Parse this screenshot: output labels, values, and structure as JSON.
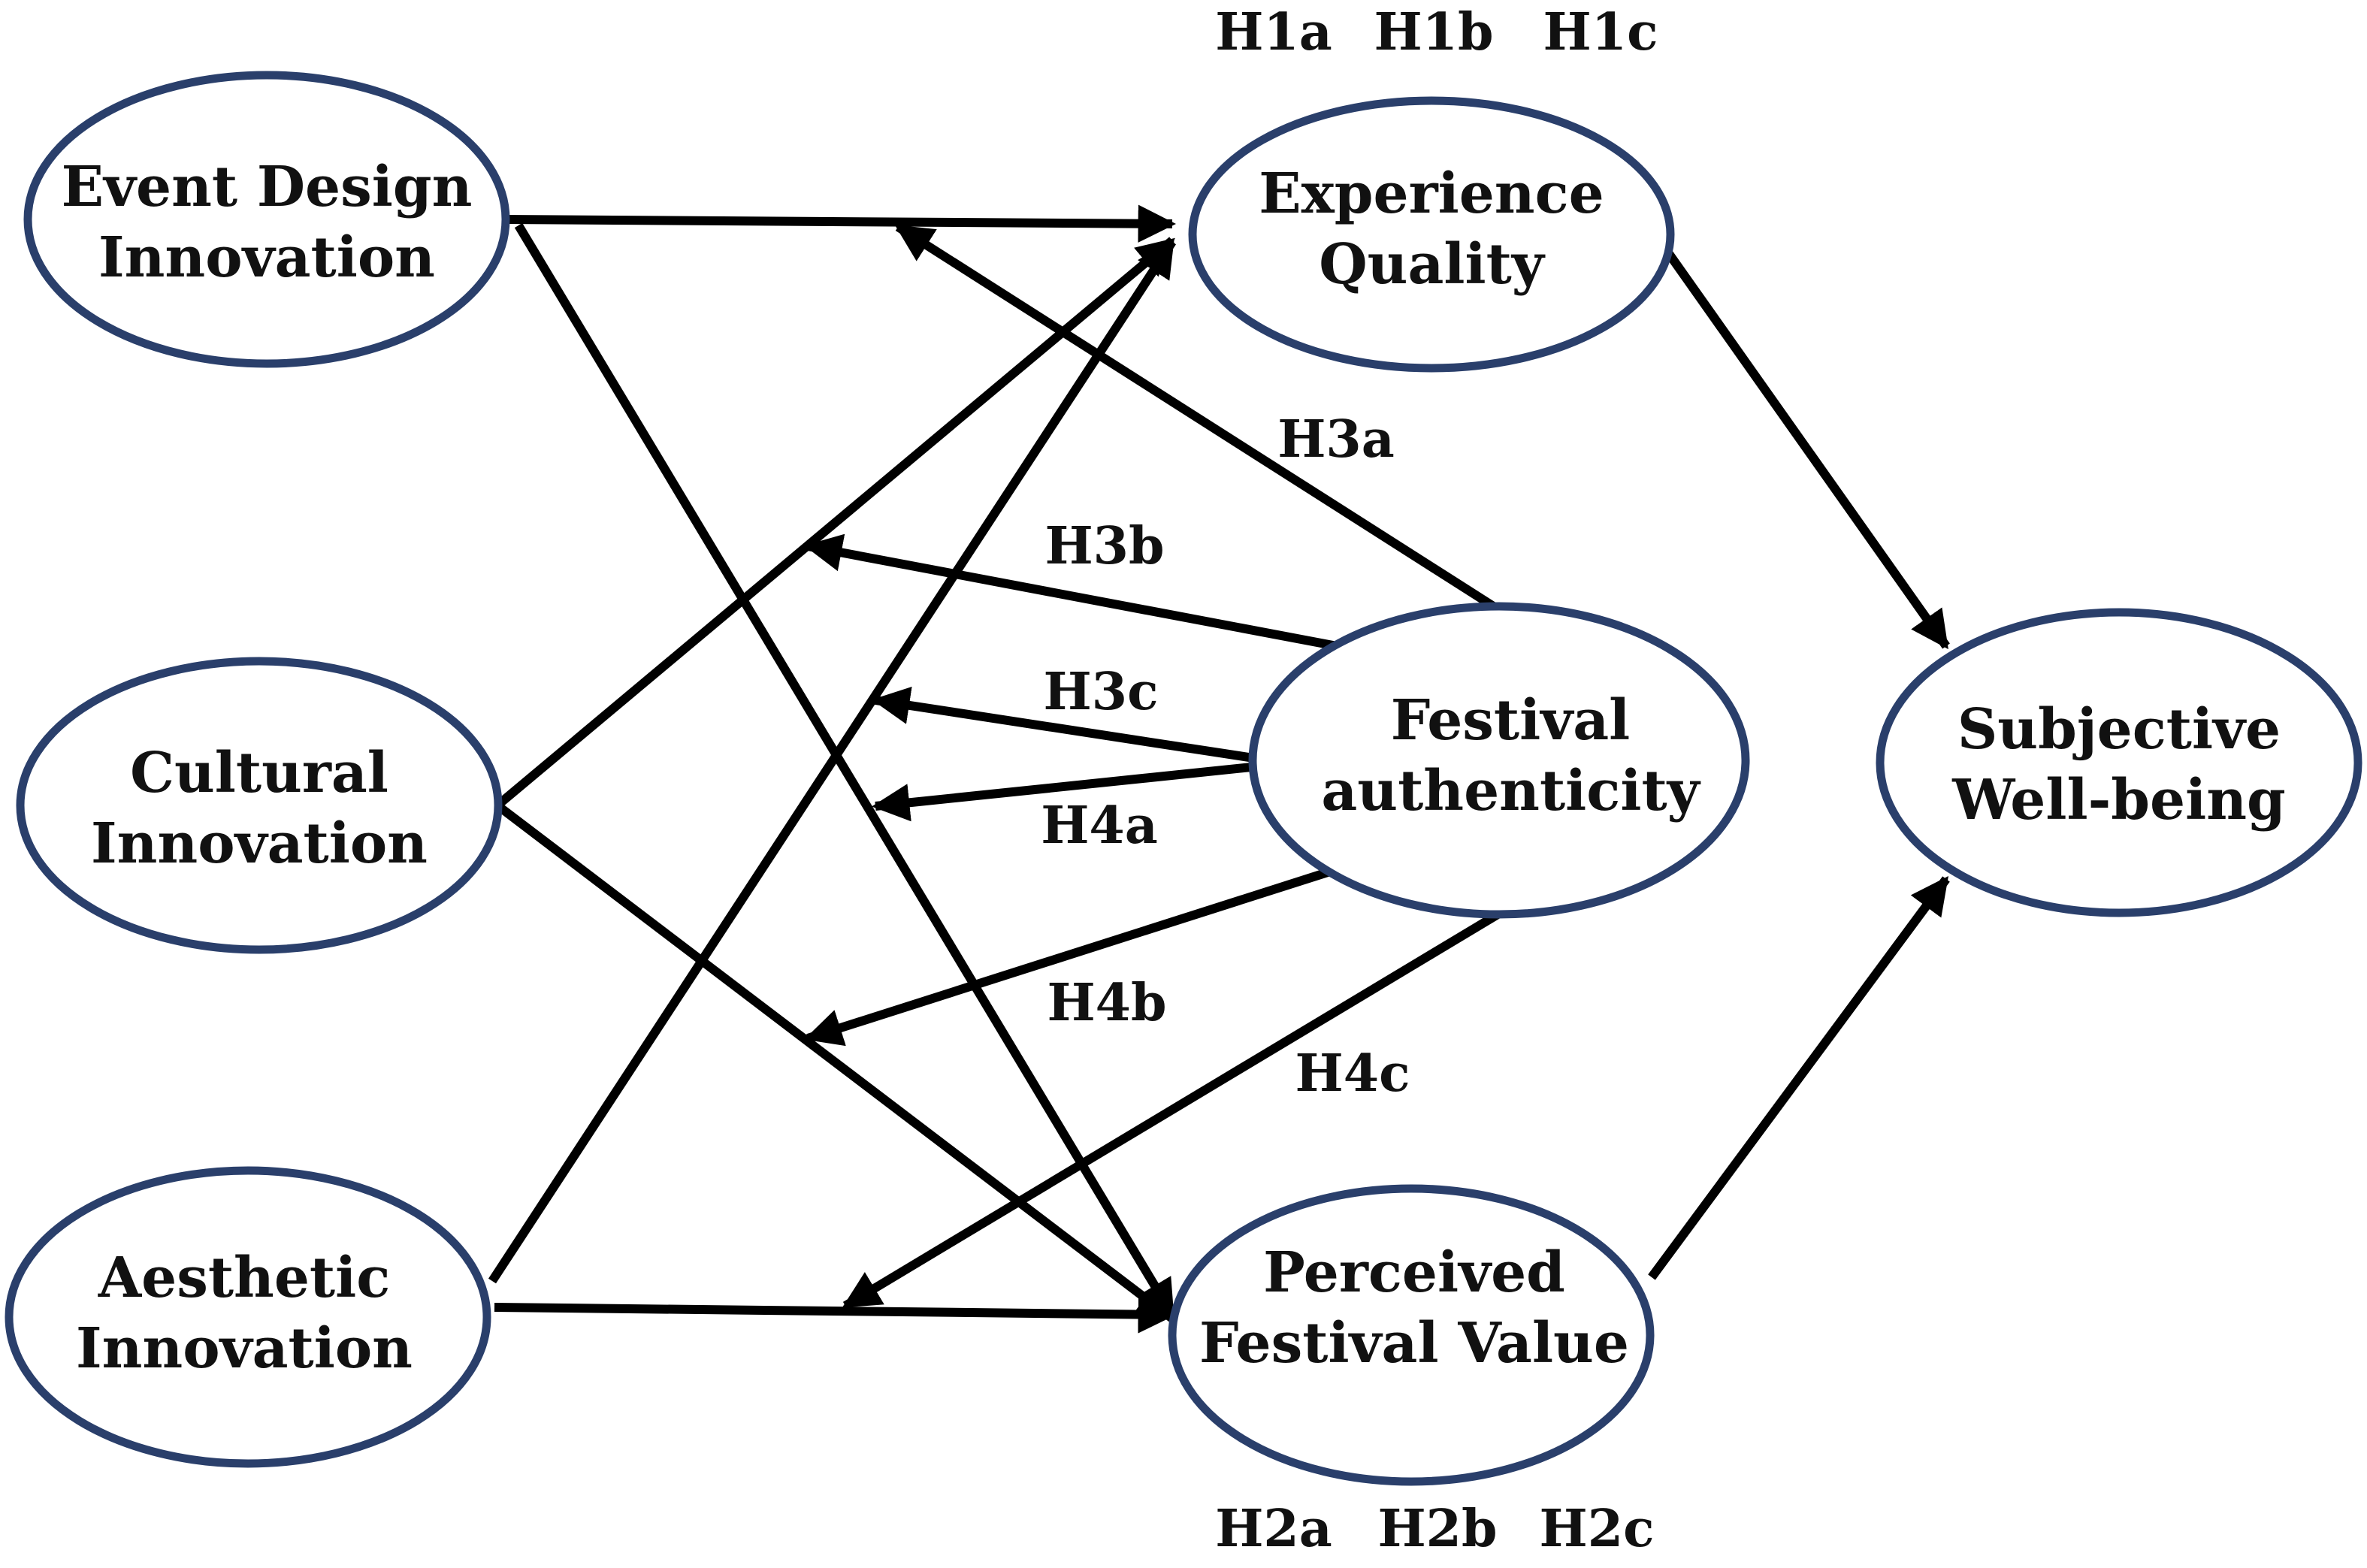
{
  "colors": {
    "node_border": "#2a3f6b",
    "edge": "#000000",
    "text": "#111111",
    "background": "#ffffff"
  },
  "nodes": {
    "event_design_innovation": {
      "line1": "Event Design",
      "line2": "Innovation"
    },
    "cultural_innovation": {
      "line1": "Cultural",
      "line2": "Innovation"
    },
    "aesthetic_innovation": {
      "line1": "Aesthetic",
      "line2": "Innovation"
    },
    "experience_quality": {
      "line1": "Experience",
      "line2": "Quality"
    },
    "festival_authenticity": {
      "line1": "Festival",
      "line2": "authenticity"
    },
    "perceived_festival_value": {
      "line1": "Perceived",
      "line2": "Festival Value"
    },
    "subjective_well_being": {
      "line1": "Subjective",
      "line2": "Well-being"
    }
  },
  "hypotheses": {
    "h1a": "H1a",
    "h1b": "H1b",
    "h1c": "H1c",
    "h2a": "H2a",
    "h2b": "H2b",
    "h2c": "H2c",
    "h3a": "H3a",
    "h3b": "H3b",
    "h3c": "H3c",
    "h4a": "H4a",
    "h4b": "H4b",
    "h4c": "H4c"
  }
}
